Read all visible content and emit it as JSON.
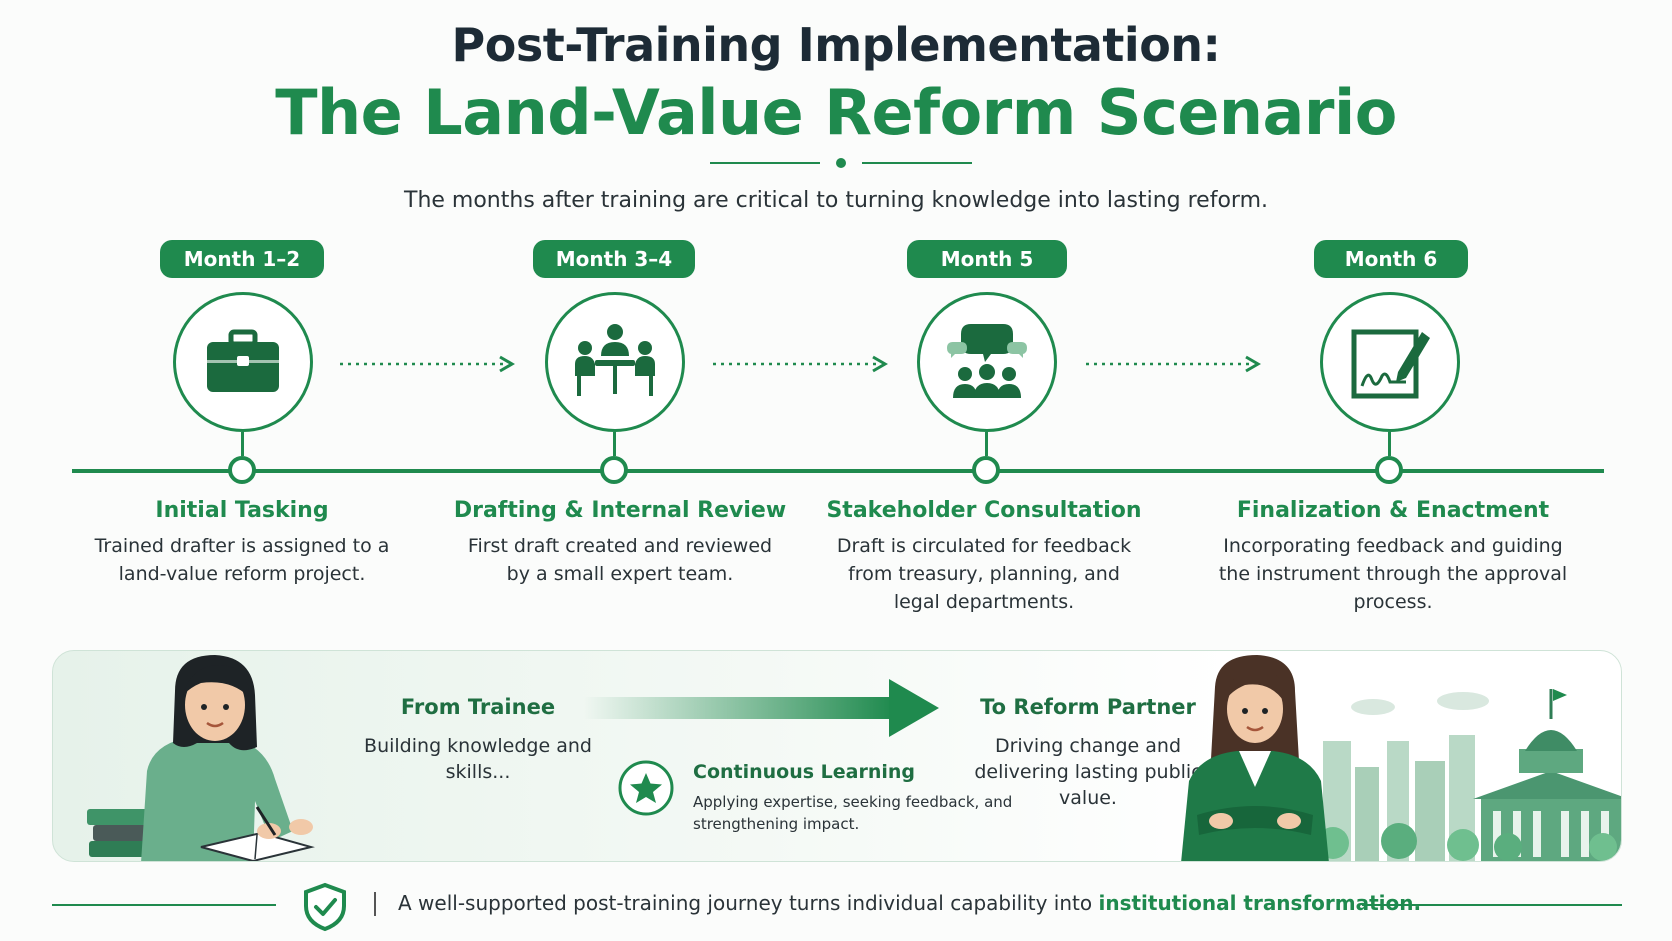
{
  "header": {
    "title_line1": "Post-Training Implementation:",
    "title_line2": "The Land-Value Reform Scenario",
    "subtitle": "The months after training are critical to turning knowledge into lasting reform."
  },
  "timeline": [
    {
      "period": "Month 1–2",
      "icon": "briefcase-icon",
      "title": "Initial Tasking",
      "description": "Trained drafter is assigned to a land-value reform project."
    },
    {
      "period": "Month 3–4",
      "icon": "team-meeting-icon",
      "title": "Drafting & Internal Review",
      "description": "First draft created and reviewed by a small expert team."
    },
    {
      "period": "Month 5",
      "icon": "consultation-icon",
      "title": "Stakeholder Consultation",
      "description": "Draft is circulated for feedback from treasury, planning, and legal departments."
    },
    {
      "period": "Month 6",
      "icon": "signing-document-icon",
      "title": "Finalization & Enactment",
      "description": "Incorporating feedback and guiding the instrument through the approval process."
    }
  ],
  "journey": {
    "from_title": "From Trainee",
    "from_desc": "Building knowledge and skills...",
    "middle_title": "Continuous Learning",
    "middle_desc": "Applying expertise, seeking feedback, and strengthening impact.",
    "to_title": "To Reform Partner",
    "to_desc": "Driving change and delivering lasting public value."
  },
  "footer": {
    "text": "A well-supported post-training journey turns individual capability into ",
    "highlight": "institutional transformation."
  },
  "colors": {
    "accent": "#1f8a4e",
    "dark_text": "#1d2b36",
    "panel_bg": "#e6f2ea"
  }
}
